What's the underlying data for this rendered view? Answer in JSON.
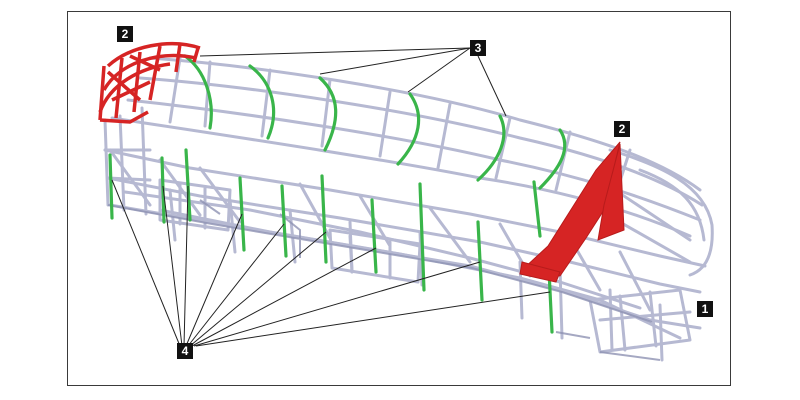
{
  "figure": {
    "colors": {
      "frame_structure": "#b6b9d2",
      "frame_structure_dark": "#8f93b4",
      "reinforcement_red": "#d62424",
      "pillar_green": "#39b54a",
      "leader_line": "#222222",
      "label_box": "#111111",
      "label_text": "#ffffff"
    },
    "callouts": [
      {
        "id": "callout-1",
        "text": "1"
      },
      {
        "id": "callout-2-rear",
        "text": "2"
      },
      {
        "id": "callout-2-front",
        "text": "2"
      },
      {
        "id": "callout-3",
        "text": "3"
      },
      {
        "id": "callout-4",
        "text": "4"
      }
    ]
  }
}
